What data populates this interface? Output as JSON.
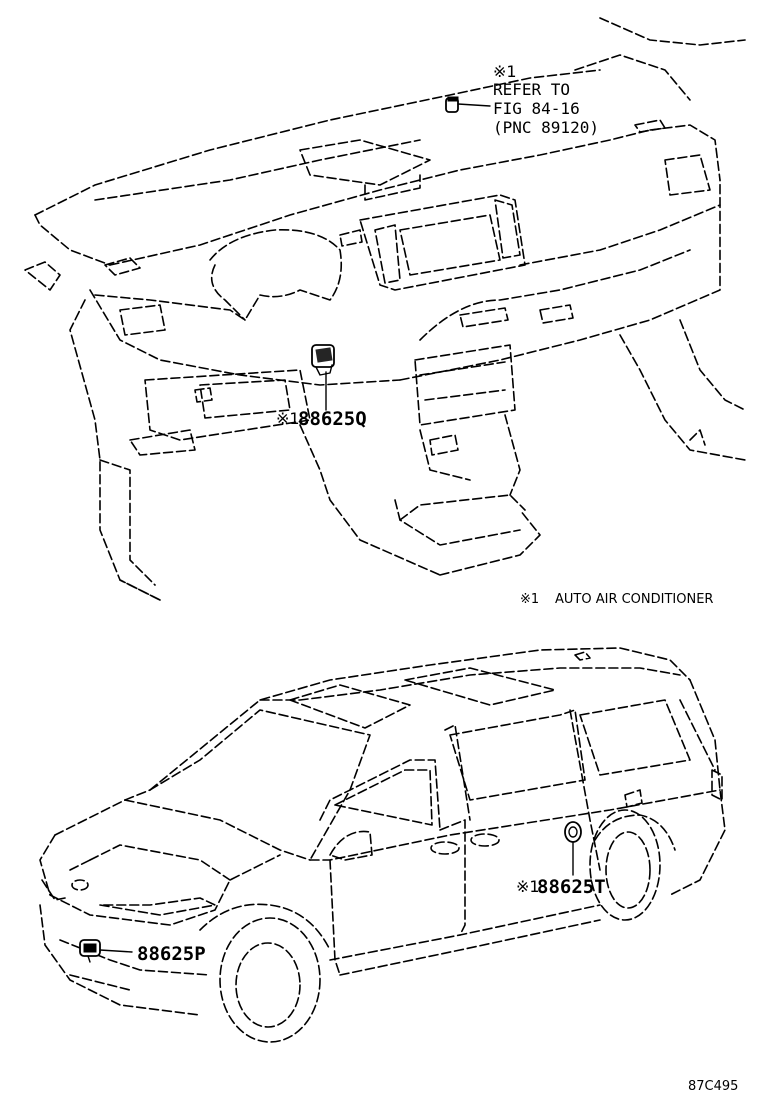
{
  "ref_note": {
    "symbol": "※1",
    "line1": "REFER TO",
    "line2": "FIG 84-16",
    "line3": "(PNC 89120)"
  },
  "callouts": {
    "sensor_dash": {
      "symbol": "※1",
      "part_no": "88625Q"
    },
    "sensor_rear": {
      "symbol": "※1",
      "part_no": "88625T"
    },
    "sensor_front": {
      "part_no": "88625P"
    }
  },
  "legend": {
    "symbol": "※1",
    "text": "AUTO AIR CONDITIONER"
  },
  "figure_code": "87C495"
}
